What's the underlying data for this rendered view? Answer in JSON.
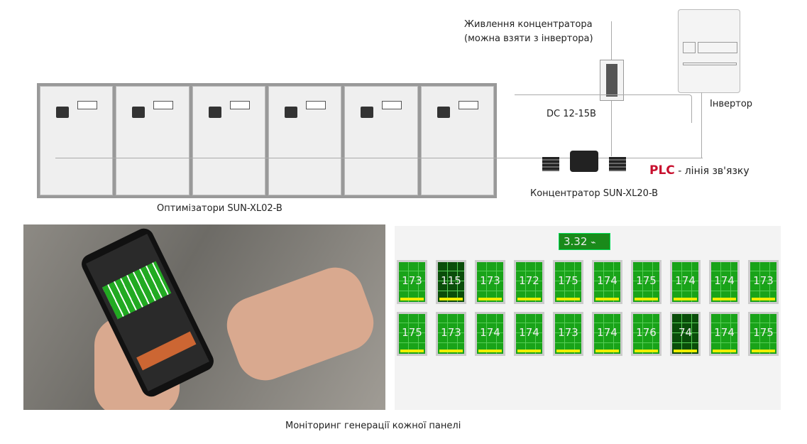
{
  "diagram": {
    "power_label_line1": "Живлення концентратора",
    "power_label_line2": "(можна взяти з інвертора)",
    "dc_label": "DC 12-15В",
    "inverter_label": "Інвертор",
    "plc_label": "PLC",
    "plc_suffix": " - лінія зв'язку",
    "hub_label": "Концентратор SUN-XL20-B",
    "optimizers_label": "Оптимізатори SUN-XL02-B",
    "panel_count": 6
  },
  "monitoring": {
    "caption": "Моніторинг генерації кожної панелі",
    "total": "3.32",
    "row1": [
      "173",
      "115",
      "173",
      "172",
      "175",
      "174",
      "175",
      "174",
      "174",
      "173"
    ],
    "row2": [
      "175",
      "173",
      "174",
      "174",
      "173",
      "174",
      "176",
      "74",
      "174",
      "175"
    ]
  },
  "colors": {
    "plc": "#c8102e",
    "tile": "#19a319",
    "tile_dark": "#0a4d0a"
  }
}
